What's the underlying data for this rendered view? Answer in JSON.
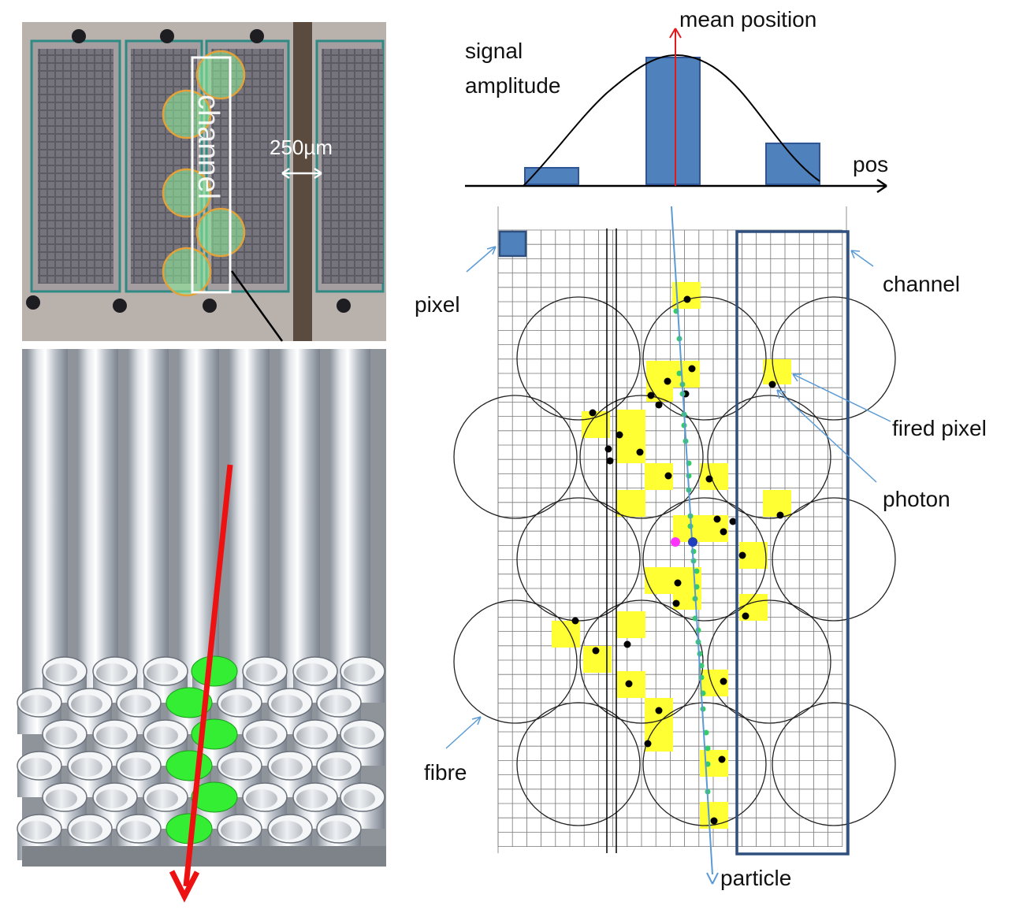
{
  "labels": {
    "mean_position": "mean position",
    "signal_line1": "signal",
    "signal_line2": "amplitude",
    "pos": "pos",
    "pixel": "pixel",
    "channel": "channel",
    "fired_pixel": "fired pixel",
    "photon": "photon",
    "fibre": "fibre",
    "particle": "particle"
  },
  "photo": {
    "channel_text": "channel",
    "scale_text": "250µm"
  },
  "colors": {
    "bar_blue": "#4f81bd",
    "bar_stroke": "#2f5597",
    "fired_yellow": "#ffff33",
    "photon_dot": "#000000",
    "track_green": "#33cc66",
    "track_line": "#5b9bd5",
    "mean_red": "#e31a1c",
    "fibre_green": "#33ee33",
    "particle_red": "#ee1111"
  },
  "signal": {
    "bars": [
      {
        "name": "left",
        "level": 0.19
      },
      {
        "name": "center",
        "level": 1.0
      },
      {
        "name": "right",
        "level": 0.33
      }
    ]
  }
}
